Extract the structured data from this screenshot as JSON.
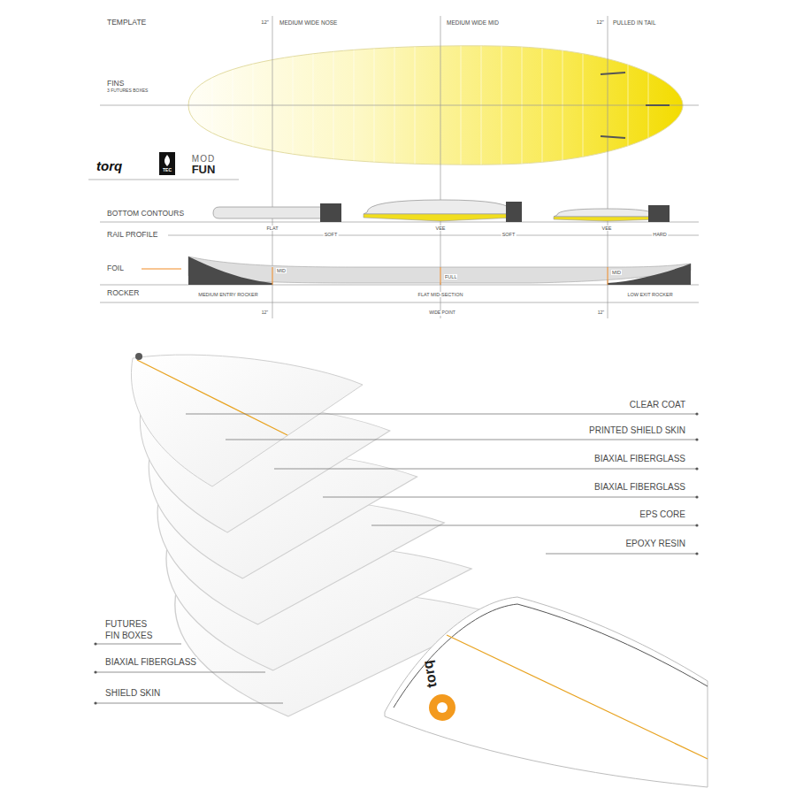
{
  "diagram": {
    "labels": [
      "TEMPLATE",
      "12\"",
      "MEDIUM WIDE NOSE",
      "MEDIUM WIDE MID",
      "12\"",
      "PULLED IN TAIL",
      "FINS",
      "3 FUTURES BOXES",
      "torq",
      "TEC",
      "MOD",
      "FUN",
      "BOTTOM CONTOURS",
      "FLAT",
      "VEE",
      "VEE",
      "RAIL PROFILE",
      "SOFT",
      "SOFT",
      "HARD",
      "FOIL",
      "MID",
      "FULL",
      "MID",
      "ROCKER",
      "MEDIUM ENTRY ROCKER",
      "FLAT MID-SECTION",
      "LOW EXIT ROCKER",
      "12\"",
      "WIDE POINT",
      "12\"",
      "CLEAR COAT",
      "PRINTED SHIELD SKIN",
      "BIAXIAL FIBERGLASS",
      "BIAXIAL FIBERGLASS",
      "EPS CORE",
      "EPOXY RESIN",
      "FUTURES FIN BOXES",
      "BIAXIAL FIBERGLASS",
      "SHIELD SKIN",
      "torq"
    ]
  }
}
